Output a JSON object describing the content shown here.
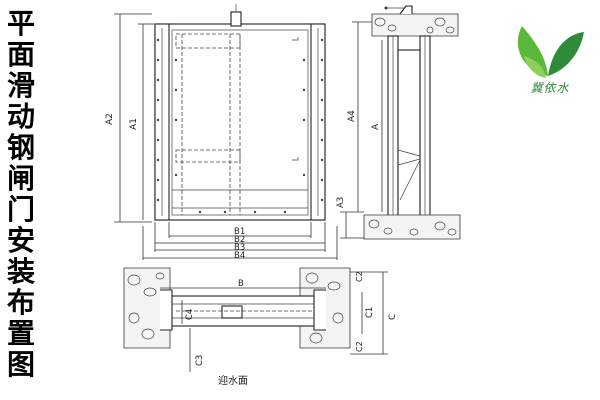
{
  "title_chars": [
    "平",
    "面",
    "滑",
    "动",
    "钢",
    "闸",
    "门",
    "安",
    "装",
    "布",
    "置",
    "图"
  ],
  "labels": {
    "front_a1": "A1",
    "front_a2": "A2",
    "front_b1": "B1",
    "front_b2": "B2",
    "front_b3": "B3",
    "front_b4": "B4",
    "side_a": "A",
    "side_a3": "A3",
    "side_a4": "A4",
    "plan_b": "B",
    "plan_c": "C",
    "plan_c1": "C1",
    "plan_c2_top": "C2",
    "plan_c2_bottom": "C2",
    "plan_c3": "C3",
    "plan_c4": "C4",
    "plan_caption": "迎水面"
  },
  "logo": {
    "text": "冀依水",
    "leaf_color": "#5cb83a",
    "leaf_color_dark": "#2e8b3a"
  }
}
